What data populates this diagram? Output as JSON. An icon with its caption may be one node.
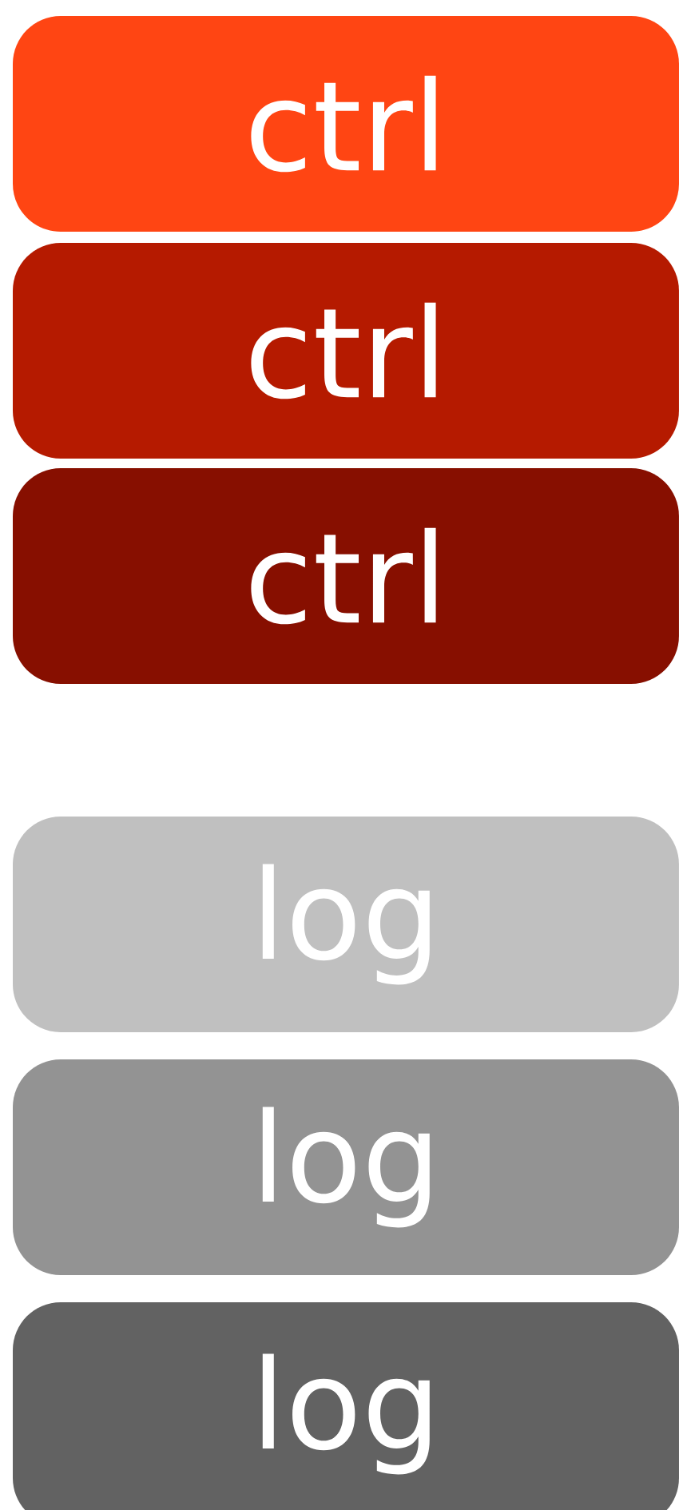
{
  "diagram": {
    "nodes": [
      {
        "text": [
          "ctrl"
        ]
      },
      {
        "text": [
          "ctrl"
        ]
      },
      {
        "text": [
          "ctrl"
        ]
      },
      {
        "text": [
          "log"
        ]
      },
      {
        "text": [
          "log"
        ]
      },
      {
        "text": [
          "log"
        ]
      }
    ]
  }
}
